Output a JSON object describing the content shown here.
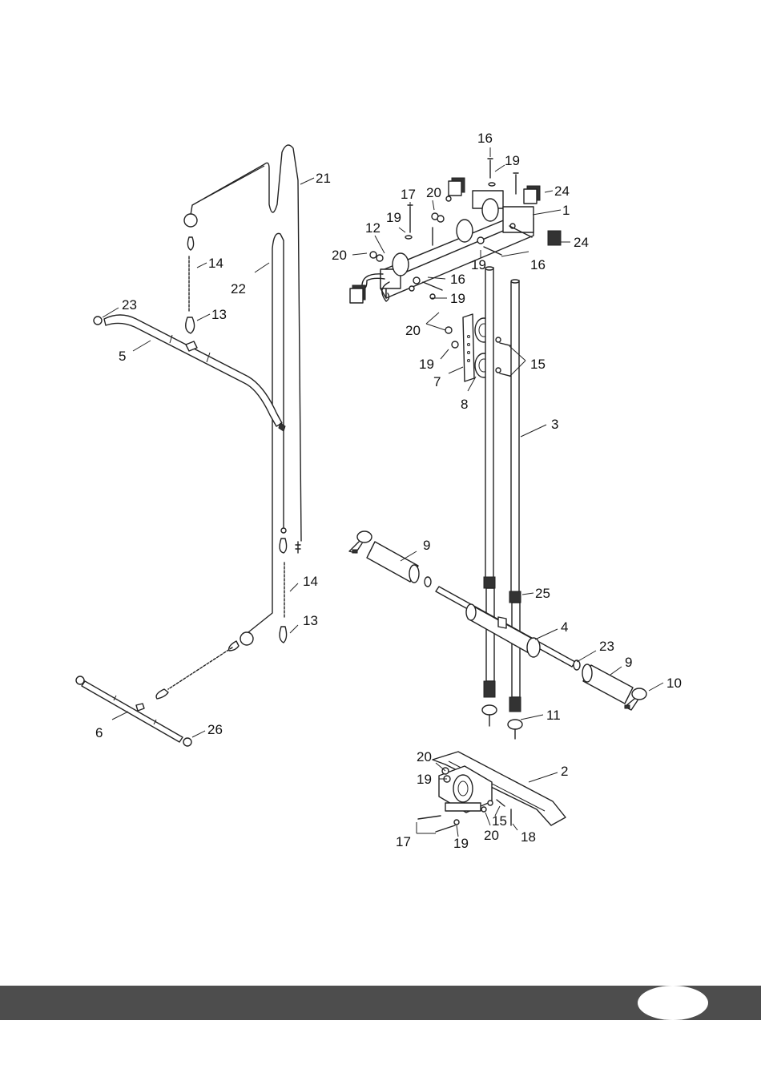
{
  "labels": {
    "p1": "1",
    "p2": "2",
    "p3": "3",
    "p4": "4",
    "p5": "5",
    "p6": "6",
    "p7": "7",
    "p8": "8",
    "p9a": "9",
    "p9b": "9",
    "p10": "10",
    "p11": "11",
    "p12": "12",
    "p13a": "13",
    "p13b": "13",
    "p14a": "14",
    "p14b": "14",
    "p15a": "15",
    "p15b": "15",
    "p16a": "16",
    "p16b": "16",
    "p16c": "16",
    "p17a": "17",
    "p17b": "17",
    "p18": "18",
    "p19a": "19",
    "p19b": "19",
    "p19c": "19",
    "p19d": "19",
    "p19e": "19",
    "p19f": "19",
    "p19g": "19",
    "p20a": "20",
    "p20b": "20",
    "p20c": "20",
    "p20d": "20",
    "p20e": "20",
    "p21": "21",
    "p22": "22",
    "p23a": "23",
    "p23b": "23",
    "p24a": "24",
    "p24b": "24",
    "p25": "25",
    "p26": "26"
  },
  "colors": {
    "footer_bar": "#4d4d4d",
    "line": "#222222",
    "page_oval": "#ffffff"
  }
}
